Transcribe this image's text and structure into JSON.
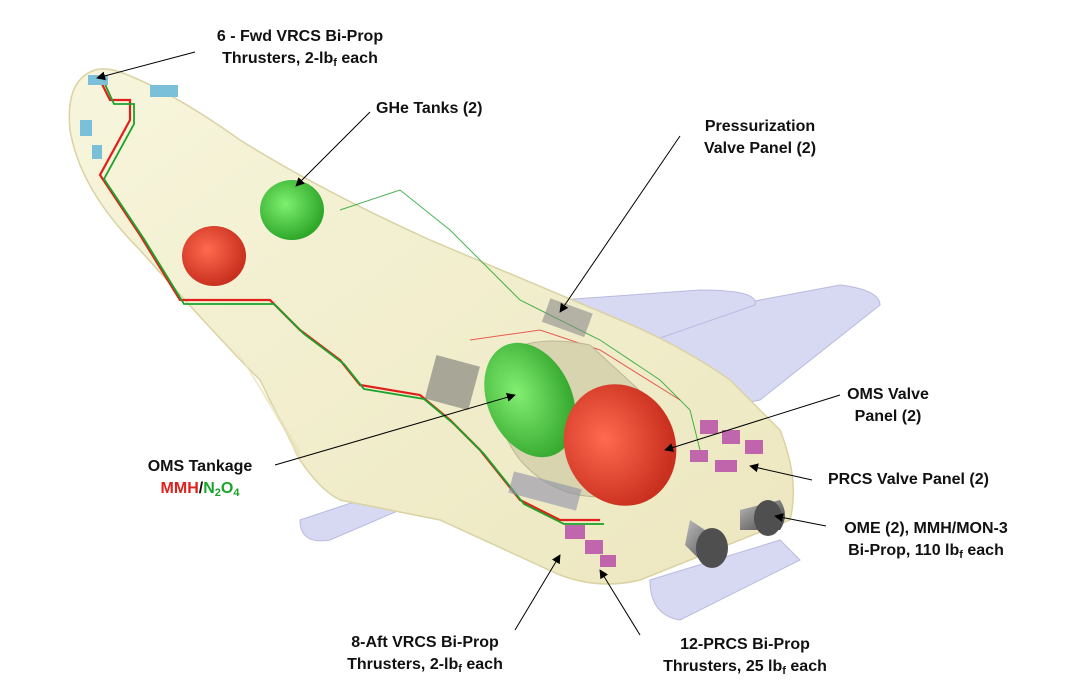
{
  "colors": {
    "body": "#f3f0cd",
    "body_outline": "#d9d3a4",
    "wing": "#d7d8f2",
    "mmh": "#e0201b",
    "n2o4": "#1aa32a",
    "ghe_tank": "#52d64a",
    "nozzle": "#6f6f6f"
  },
  "callouts": {
    "fwd_vrcs": {
      "line1": "6 - Fwd VRCS Bi-Prop",
      "line2_prefix": "Thrusters, 2-lb",
      "line2_sub": "f",
      "line2_suffix": " each"
    },
    "ghe": {
      "text": "GHe Tanks (2)"
    },
    "press_panel": {
      "line1": "Pressurization",
      "line2": "Valve Panel (2)"
    },
    "oms_valve": {
      "line1": "OMS Valve",
      "line2": "Panel (2)"
    },
    "oms_tankage": {
      "line1": "OMS Tankage",
      "mmh": "MMH",
      "slash": "/",
      "n2o4_a": "N",
      "n2o4_sub1": "2",
      "n2o4_b": "O",
      "n2o4_sub2": "4"
    },
    "prcs_valve": {
      "text": "PRCS Valve Panel (2)"
    },
    "ome": {
      "line1": "OME (2), MMH/MON-3",
      "line2_prefix": "Bi-Prop, 110 lb",
      "line2_sub": "f",
      "line2_suffix": " each"
    },
    "aft_vrcs": {
      "line1": "8-Aft VRCS Bi-Prop",
      "line2_prefix": "Thrusters, 2-lb",
      "line2_sub": "f",
      "line2_suffix": " each"
    },
    "prcs_thrusters": {
      "line1": "12-PRCS Bi-Prop",
      "line2_prefix": "Thrusters, 25 lb",
      "line2_sub": "f",
      "line2_suffix": " each"
    }
  }
}
